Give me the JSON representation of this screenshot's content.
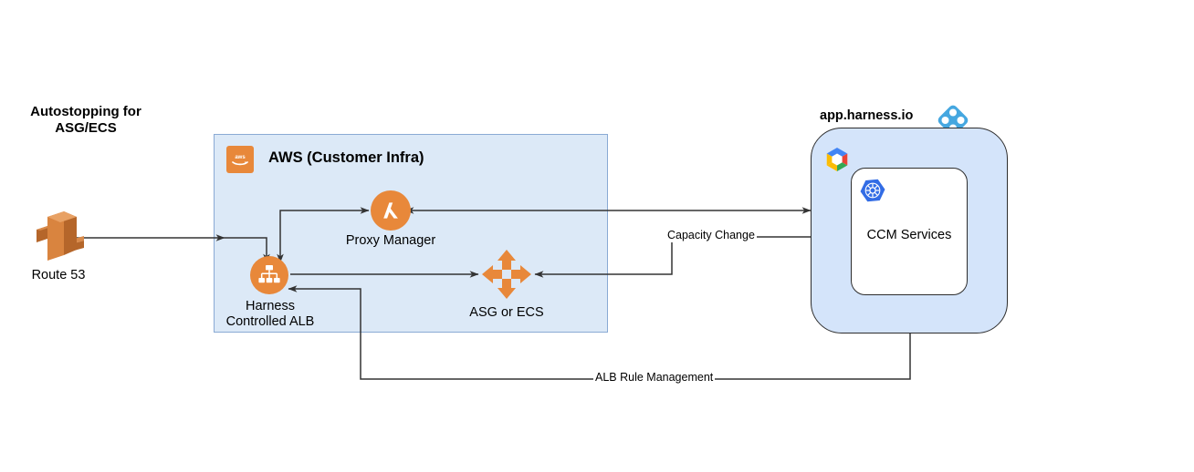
{
  "diagram": {
    "title": "Autostopping for\nASG/ECS",
    "background": "#ffffff",
    "accents": {
      "aws_orange": "#e8883a",
      "aws_box_fill": "#dce9f7",
      "aws_box_stroke": "#8aaad4",
      "harness_blue": "#d4e4fa",
      "harness_logo_blue": "#45a7e0",
      "edge_stroke": "#333333",
      "k8s_blue": "#326ce5"
    }
  },
  "nodes": {
    "route53": {
      "label": "Route 53",
      "icon": "route-53-icon"
    },
    "aws_container": {
      "title": "AWS (Customer Infra)",
      "icon": "aws-logo-icon"
    },
    "proxy_manager": {
      "label": "Proxy Manager",
      "icon": "aws-lambda-icon"
    },
    "alb": {
      "label": "Harness\nControlled ALB",
      "icon": "load-balancer-icon"
    },
    "asg_ecs": {
      "label": "ASG or ECS",
      "icon": "auto-scaling-group-icon"
    },
    "harness_cloud": {
      "title": "app.harness.io",
      "icon": "harness-logo-icon",
      "cloud_icon": "google-cloud-icon"
    },
    "ccm_services": {
      "label": "CCM Services",
      "icon": "kubernetes-icon"
    }
  },
  "edges": [
    {
      "id": "route53-to-alb",
      "label": "",
      "from": "route53",
      "to": "alb",
      "direction": "forward"
    },
    {
      "id": "alb-to-proxy-manager",
      "label": "",
      "from": "proxy_manager",
      "to": "alb",
      "direction": "forward"
    },
    {
      "id": "proxy-manager-to-harness",
      "label": "",
      "from": "proxy_manager",
      "to": "harness_cloud",
      "direction": "both"
    },
    {
      "id": "alb-to-asg",
      "label": "",
      "from": "alb",
      "to": "asg_ecs",
      "direction": "forward"
    },
    {
      "id": "harness-to-asg",
      "label": "Capacity Change",
      "from": "harness_cloud",
      "to": "asg_ecs",
      "direction": "forward"
    },
    {
      "id": "harness-to-alb",
      "label": "ALB Rule Management",
      "from": "harness_cloud",
      "to": "alb",
      "direction": "forward"
    }
  ]
}
